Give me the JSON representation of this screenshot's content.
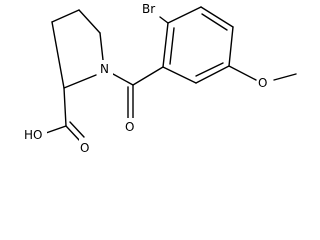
{
  "atoms": {
    "bromine": "Br",
    "nitrogen": "N",
    "carbonyl_oxygen": "O",
    "ether_oxygen": "O",
    "hydroxyl": "HO",
    "acid_oxygen": "O"
  }
}
